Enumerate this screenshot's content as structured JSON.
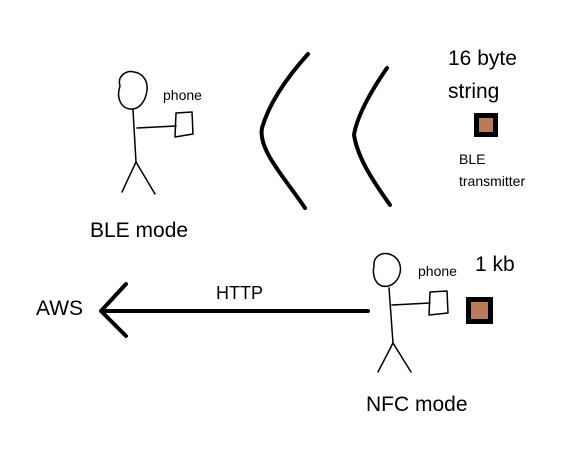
{
  "labels": {
    "ble_phone": "phone",
    "ble_mode": "BLE mode",
    "ble_string": "16 byte\nstring",
    "ble_string_line1": "16 byte",
    "ble_string_line2": "string",
    "ble_transmitter_line1": "BLE",
    "ble_transmitter_line2": "transmitter",
    "nfc_phone": "phone",
    "nfc_size": "1 kb",
    "nfc_mode": "NFC mode",
    "http": "HTTP",
    "aws": "AWS"
  },
  "colors": {
    "stroke": "#000000",
    "tag_fill": "#b97a57",
    "background": "#ffffff"
  }
}
